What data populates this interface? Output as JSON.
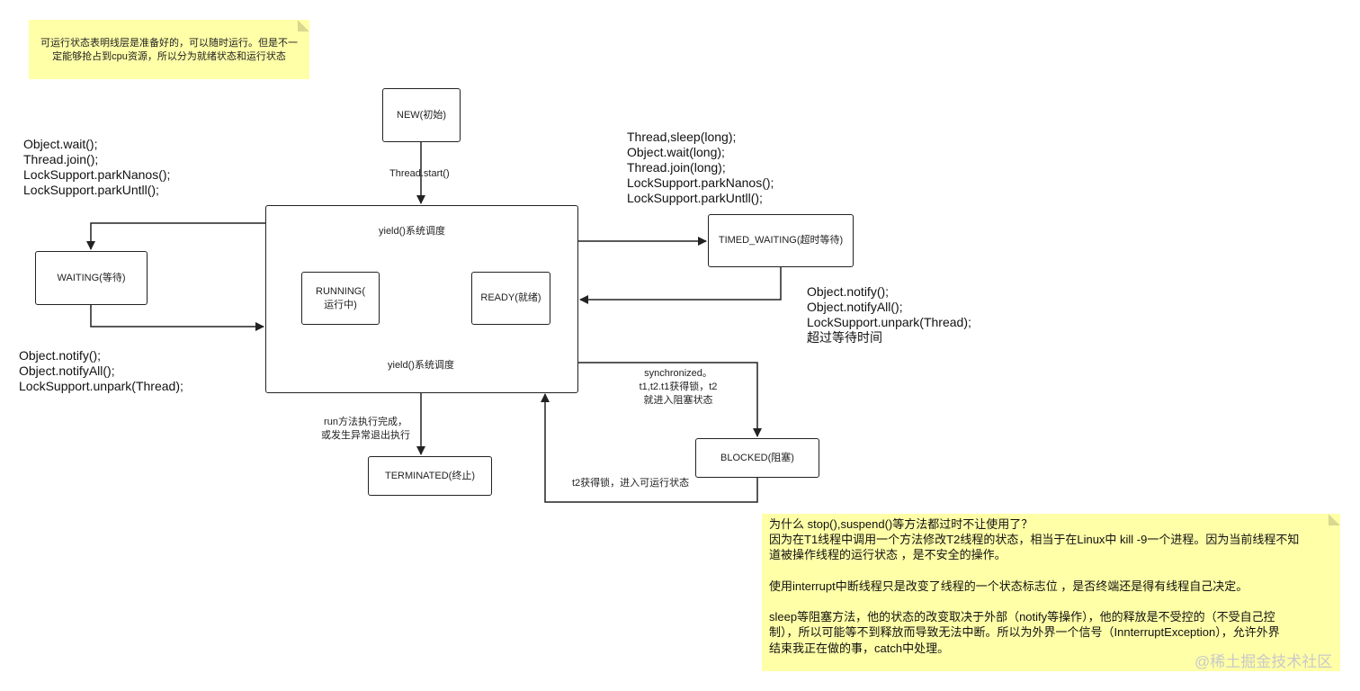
{
  "note_top": {
    "lines": [
      "可运行状态表明线层是准备好的，可以随时运行。但是不一",
      "定能够抢占到cpu资源，所以分为就绪状态和运行状态"
    ]
  },
  "states": {
    "new": "NEW(初始)",
    "waiting": "WAITING(等待)",
    "timed_waiting": "TIMED_WAITING(超时等待)",
    "running_line1": "RUNNING(",
    "running_line2": "运行中)",
    "ready": "READY(就绪)",
    "terminated": "TERMINATED(终止)",
    "blocked": "BLOCKED(阻塞)"
  },
  "labels": {
    "thread_start": "Thread.start()",
    "yield_top": "yield()系统调度",
    "yield_bottom": "yield()系统调度",
    "run_done": [
      "run方法执行完成，",
      "或发生异常退出执行"
    ],
    "sync": [
      "synchronized。",
      "t1,t2.t1获得锁，t2",
      "就进入阻塞状态"
    ],
    "t2_lock": "t2获得锁，进入可运行状态"
  },
  "code": {
    "wait_enter": [
      "Object.wait();",
      "Thread.join();",
      "LockSupport.parkNanos();",
      "LockSupport.parkUntll();"
    ],
    "wait_exit": [
      "Object.notify();",
      "Object.notifyAll();",
      "LockSupport.unpark(Thread);"
    ],
    "timed_enter": [
      "Thread,sleep(long);",
      "Object.wait(long);",
      "Thread.join(long);",
      "LockSupport.parkNanos();",
      "LockSupport.parkUntll();"
    ],
    "timed_exit": [
      "Object.notify();",
      "Object.notifyAll();",
      "LockSupport.unpark(Thread);",
      "超过等待时间"
    ]
  },
  "note_bottom": {
    "lines": [
      "为什么 stop(),suspend()等方法都过时不让使用了？",
      "因为在T1线程中调用一个方法修改T2线程的状态，相当于在Linux中 kill -9一个进程。因为当前线程不知",
      "道被操作线程的运行状态 ，是不安全的操作。",
      "",
      "使用interrupt中断线程只是改变了线程的一个状态标志位 ，是否终端还是得有线程自己决定。",
      "",
      "sleep等阻塞方法，他的状态的改变取决于外部（notify等操作），他的释放是不受控的（不受自己控",
      "制），所以可能等不到释放而导致无法中断。所以为外界一个信号（InnterruptException），允许外界",
      "结束我正在做的事，catch中处理。"
    ]
  },
  "watermark": "@稀土掘金技术社区",
  "colors": {
    "note_bg": "#ffffa8",
    "line": "#222222"
  }
}
